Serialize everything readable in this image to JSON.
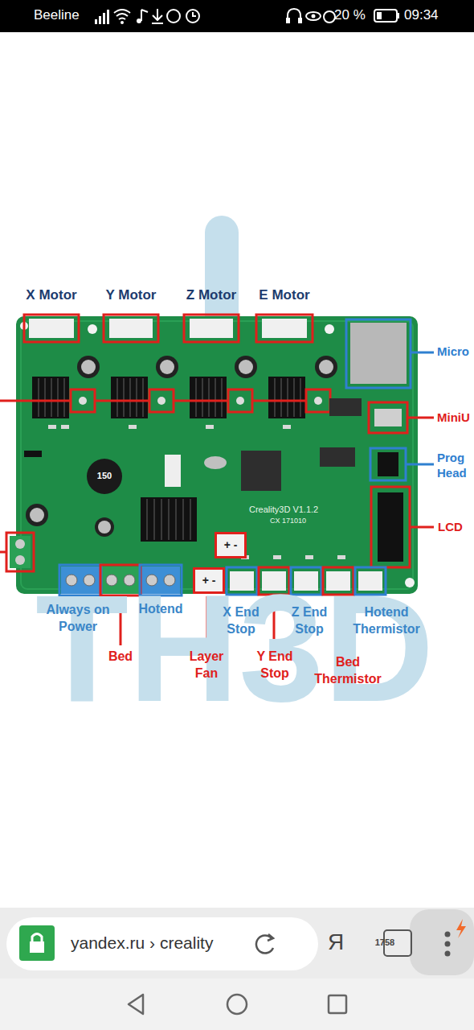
{
  "diagram": {
    "nodes": [
      {
        "text": [
          "+ -"
        ]
      },
      {
        "text": [
          "+ -"
        ]
      }
    ],
    "labels": [
      "Beeline",
      "20 %",
      "09:34",
      "X Motor",
      "Y Motor",
      "Z Motor",
      "E Motor",
      "Micro",
      "MiniU",
      "Prog Head",
      "LCD",
      "150",
      "Creality3D V1.1.2",
      "CX 171010",
      "TH3D",
      "Always on Power",
      "Hotend",
      "X End Stop",
      "Z End Stop",
      "Hotend Thermistor",
      "Bed",
      "Layer Fan",
      "Y End Stop",
      "Bed Thermistor",
      "yandex.ru › creality",
      "Я",
      "1758"
    ]
  }
}
